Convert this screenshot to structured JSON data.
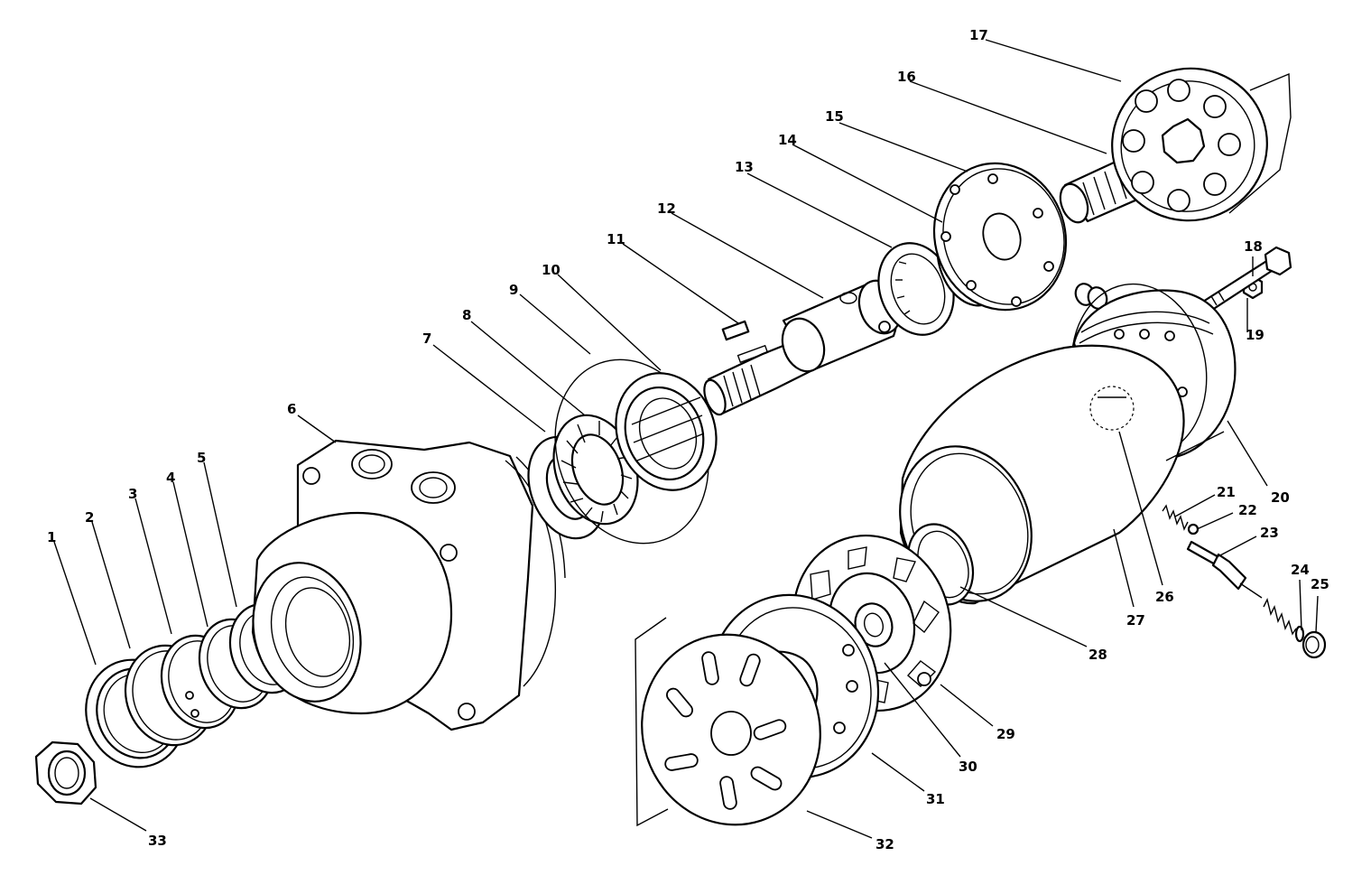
{
  "diagram": {
    "callouts": [
      {
        "id": "callout-1",
        "label": "1"
      },
      {
        "id": "callout-2",
        "label": "2"
      },
      {
        "id": "callout-3",
        "label": "3"
      },
      {
        "id": "callout-4",
        "label": "4"
      },
      {
        "id": "callout-5",
        "label": "5"
      },
      {
        "id": "callout-6",
        "label": "6"
      },
      {
        "id": "callout-7",
        "label": "7"
      },
      {
        "id": "callout-8",
        "label": "8"
      },
      {
        "id": "callout-9",
        "label": "9"
      },
      {
        "id": "callout-10",
        "label": "10"
      },
      {
        "id": "callout-11",
        "label": "11"
      },
      {
        "id": "callout-12",
        "label": "12"
      },
      {
        "id": "callout-13",
        "label": "13"
      },
      {
        "id": "callout-14",
        "label": "14"
      },
      {
        "id": "callout-15",
        "label": "15"
      },
      {
        "id": "callout-16",
        "label": "16"
      },
      {
        "id": "callout-17",
        "label": "17"
      },
      {
        "id": "callout-18",
        "label": "18"
      },
      {
        "id": "callout-19",
        "label": "19"
      },
      {
        "id": "callout-20",
        "label": "20"
      },
      {
        "id": "callout-21",
        "label": "21"
      },
      {
        "id": "callout-22",
        "label": "22"
      },
      {
        "id": "callout-23",
        "label": "23"
      },
      {
        "id": "callout-24",
        "label": "24"
      },
      {
        "id": "callout-25",
        "label": "25"
      },
      {
        "id": "callout-26",
        "label": "26"
      },
      {
        "id": "callout-27",
        "label": "27"
      },
      {
        "id": "callout-28",
        "label": "28"
      },
      {
        "id": "callout-29",
        "label": "29"
      },
      {
        "id": "callout-30",
        "label": "30"
      },
      {
        "id": "callout-31",
        "label": "31"
      },
      {
        "id": "callout-32",
        "label": "32"
      },
      {
        "id": "callout-33",
        "label": "33"
      }
    ],
    "colors": {
      "ink": "#000000",
      "paper": "#ffffff"
    }
  }
}
